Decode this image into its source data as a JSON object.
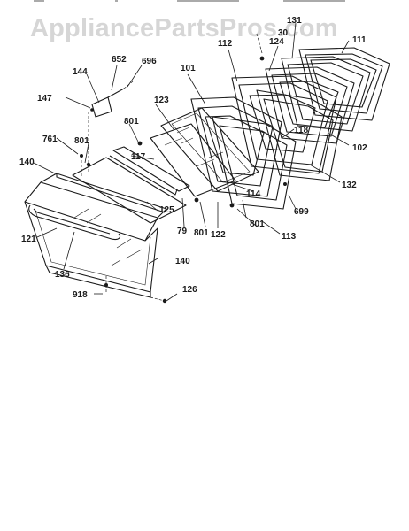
{
  "watermark": "AppliancePartsPros.com",
  "labels": [
    {
      "id": "l-652",
      "text": "652"
    },
    {
      "id": "l-696",
      "text": "696"
    },
    {
      "id": "l-144",
      "text": "144"
    },
    {
      "id": "l-147",
      "text": "147"
    },
    {
      "id": "l-761",
      "text": "761"
    },
    {
      "id": "l-801a",
      "text": "801"
    },
    {
      "id": "l-801b",
      "text": "801"
    },
    {
      "id": "l-801c",
      "text": "801"
    },
    {
      "id": "l-801d",
      "text": "801"
    },
    {
      "id": "l-140a",
      "text": "140"
    },
    {
      "id": "l-140b",
      "text": "140"
    },
    {
      "id": "l-121",
      "text": "121"
    },
    {
      "id": "l-136",
      "text": "136"
    },
    {
      "id": "l-918",
      "text": "918"
    },
    {
      "id": "l-126",
      "text": "126"
    },
    {
      "id": "l-125",
      "text": "125"
    },
    {
      "id": "l-79",
      "text": "79"
    },
    {
      "id": "l-117",
      "text": "117"
    },
    {
      "id": "l-123",
      "text": "123"
    },
    {
      "id": "l-101",
      "text": "101"
    },
    {
      "id": "l-112",
      "text": "112"
    },
    {
      "id": "l-30",
      "text": "30"
    },
    {
      "id": "l-124",
      "text": "124"
    },
    {
      "id": "l-131",
      "text": "131"
    },
    {
      "id": "l-111",
      "text": "111"
    },
    {
      "id": "l-118",
      "text": "118"
    },
    {
      "id": "l-102",
      "text": "102"
    },
    {
      "id": "l-132",
      "text": "132"
    },
    {
      "id": "l-114",
      "text": "114"
    },
    {
      "id": "l-122",
      "text": "122"
    },
    {
      "id": "l-113",
      "text": "113"
    },
    {
      "id": "l-699",
      "text": "699"
    }
  ]
}
